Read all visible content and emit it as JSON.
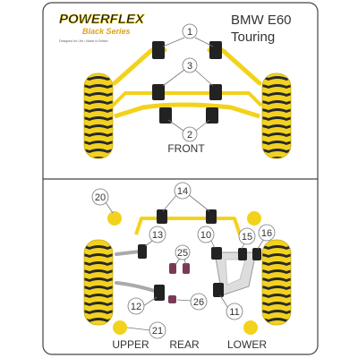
{
  "logo": {
    "brand": "POWERFLEX",
    "range": "Black Series",
    "tagline": "Designed for Life • Made In Britain"
  },
  "vehicle": {
    "model": "BMW E60",
    "variant": "Touring"
  },
  "sections": {
    "front": "FRONT",
    "upper": "UPPER",
    "rear": "REAR",
    "lower": "LOWER"
  },
  "part_numbers": {
    "p1": "1",
    "p2": "2",
    "p3": "3",
    "p10": "10",
    "p11": "11",
    "p12": "12",
    "p13": "13",
    "p14": "14",
    "p15": "15",
    "p16": "16",
    "p20": "20",
    "p21": "21",
    "p25": "25",
    "p26": "26"
  },
  "colors": {
    "frame": "#444444",
    "component": "#f3d21b",
    "bush": "#222222",
    "tyre": "#f2d21f",
    "tyre_dark": "#2a2a2a",
    "callout_line": "#777777"
  }
}
